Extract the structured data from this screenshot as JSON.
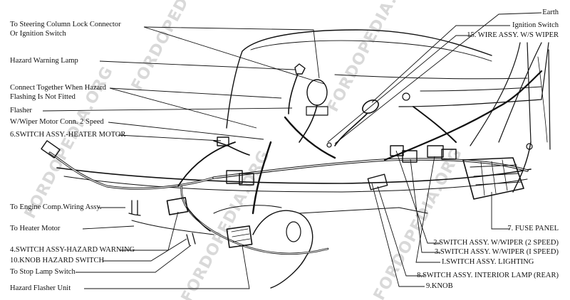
{
  "watermark": "FORDOPEDIA.ORG",
  "labels": {
    "steering_lock_1": "To Steering Column Lock Connector",
    "steering_lock_2": "Or Ignition Switch",
    "hazard_lamp": "Hazard Warning Lamp",
    "connect_1": "Connect Together When Hazard",
    "connect_2": "Flashing Is Not Fitted",
    "flasher": "Flasher",
    "wiper_conn": "W/Wiper Motor Conn.  2 Speed",
    "heater_switch": "6.SWITCH ASSY.-HEATER MOTOR",
    "engine_comp": "To Engine Comp.Wiring Assy.",
    "heater_motor": "To Heater Motor",
    "hazard_switch": "4.SWITCH ASSY-HAZARD WARNING",
    "hazard_knob": "10.KNOB HAZARD SWITCH",
    "stop_lamp": "To Stop Lamp Switch",
    "flasher_unit": "Hazard Flasher Unit",
    "earth": "Earth",
    "ignition": "Ignition Switch",
    "wire_wiper": "15. WIRE ASSY. W/S WIPER",
    "fuse_panel": "7. FUSE PANEL",
    "wiper_2speed": "2.SWITCH ASSY. W/WIPER (2 SPEED)",
    "wiper_1speed": "3.SWITCH ASSY. W/WIPER (I SPEED)",
    "lighting": "I.SWITCH ASSY. LIGHTING",
    "interior_lamp": "8.SWITCH ASSY. INTERIOR LAMP (REAR)",
    "knob": "9.KNOB"
  }
}
